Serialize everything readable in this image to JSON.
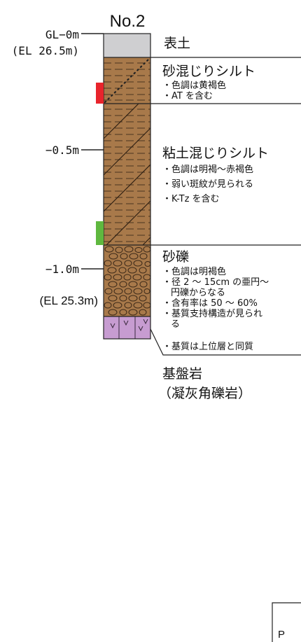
{
  "title": "No.2",
  "depth_labels": {
    "gl": "GL−0m",
    "el_top": "(EL 26.5m)",
    "d05": "−0.5m",
    "d10": "−1.0m",
    "el_bottom": "(EL 25.3m)"
  },
  "layers": [
    {
      "name": "表土",
      "notes": [],
      "color": "#cfcfd1"
    },
    {
      "name": "砂混じりシルト",
      "notes": [
        "・色調は黄褐色",
        "・AT を含む"
      ],
      "color": "#a8794a"
    },
    {
      "name": "粘土混じりシルト",
      "notes": [
        "・色調は明褐～赤褐色",
        "・弱い斑紋が見られる",
        "・K-Tz を含む"
      ],
      "color": "#a8794a"
    },
    {
      "name": "砂礫",
      "notes": [
        "・色調は明褐色",
        "・径 2 ～ 15cm の亜円～",
        "円礫からなる",
        "・含有率は 50 ～ 60%",
        "・基質支持構造が見られ",
        "る",
        "・基質は上位層と同質"
      ],
      "color": "#a8794a"
    },
    {
      "name": "基盤岩",
      "sub": "（凝灰角礫岩）",
      "color": "#c79cd1"
    }
  ],
  "sample_marks": [
    {
      "color": "#e8242c"
    },
    {
      "color": "#5fb83f"
    }
  ],
  "corner_glyph": "P"
}
